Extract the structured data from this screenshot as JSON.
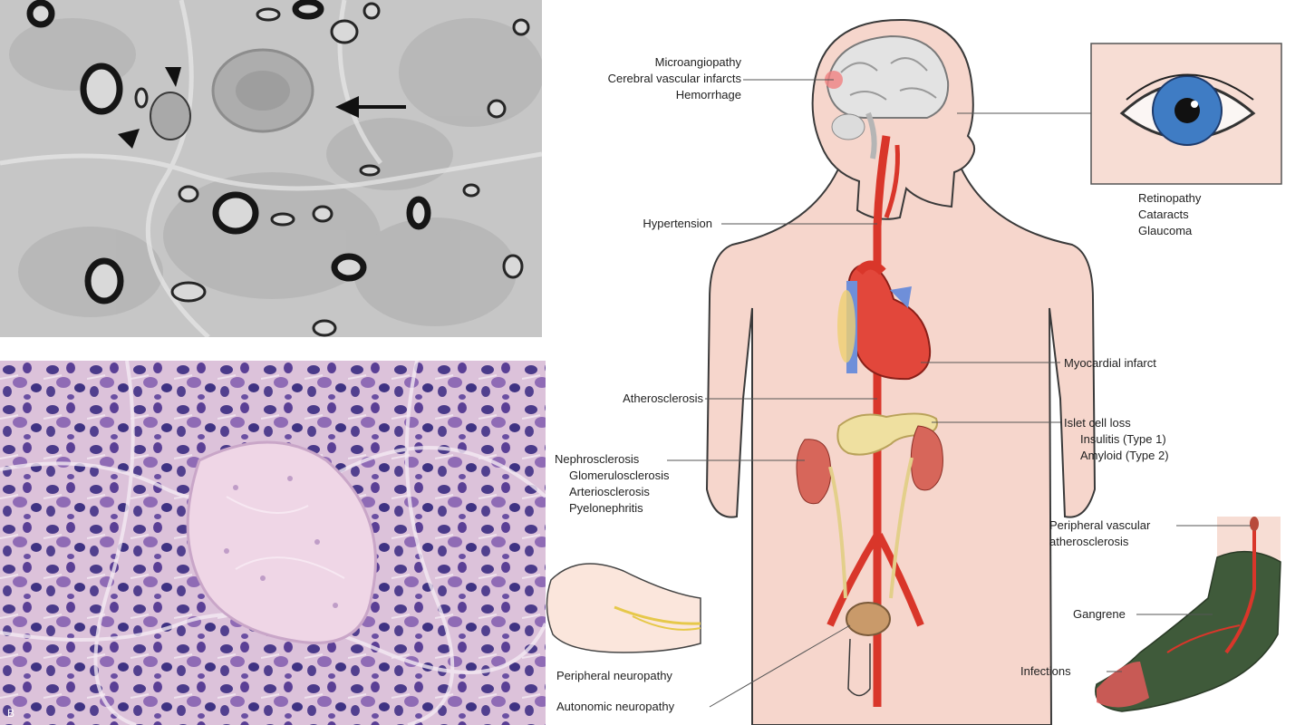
{
  "labels": {
    "brain_1": "Microangiopathy",
    "brain_2": "Cerebral vascular infarcts",
    "brain_3": "Hemorrhage",
    "hypertension": "Hypertension",
    "eye_1": "Retinopathy",
    "eye_2": "Cataracts",
    "eye_3": "Glaucoma",
    "myocardial": "Myocardial infarct",
    "atherosclerosis": "Atherosclerosis",
    "islet_1": "Islet cell loss",
    "islet_2": "Insulitis (Type 1)",
    "islet_3": "Amyloid (Type 2)",
    "kidney_1": "Nephrosclerosis",
    "kidney_2": "Glomerulosclerosis",
    "kidney_3": "Arteriosclerosis",
    "kidney_4": "Pyelonephritis",
    "pvd_1": "Peripheral vascular",
    "pvd_2": "atherosclerosis",
    "gangrene": "Gangrene",
    "infections": "Infections",
    "peripheral_neuropathy": "Peripheral neuropathy",
    "autonomic_neuropathy": "Autonomic neuropathy"
  },
  "panel_letter": "B",
  "colors": {
    "skin": "#f6d6cc",
    "outline": "#3a3a3a",
    "artery": "#d9362a",
    "heart": "#e2473b",
    "vein": "#6f8fd9",
    "pancreas": "#efe0a0",
    "kidney": "#d7665a",
    "foot": "#3f5a3a",
    "iris": "#3f7cc4",
    "he_stain": "#4a3a8a",
    "he_background": "#e4cde0",
    "micrograph_gray": "#c9c9c9"
  }
}
